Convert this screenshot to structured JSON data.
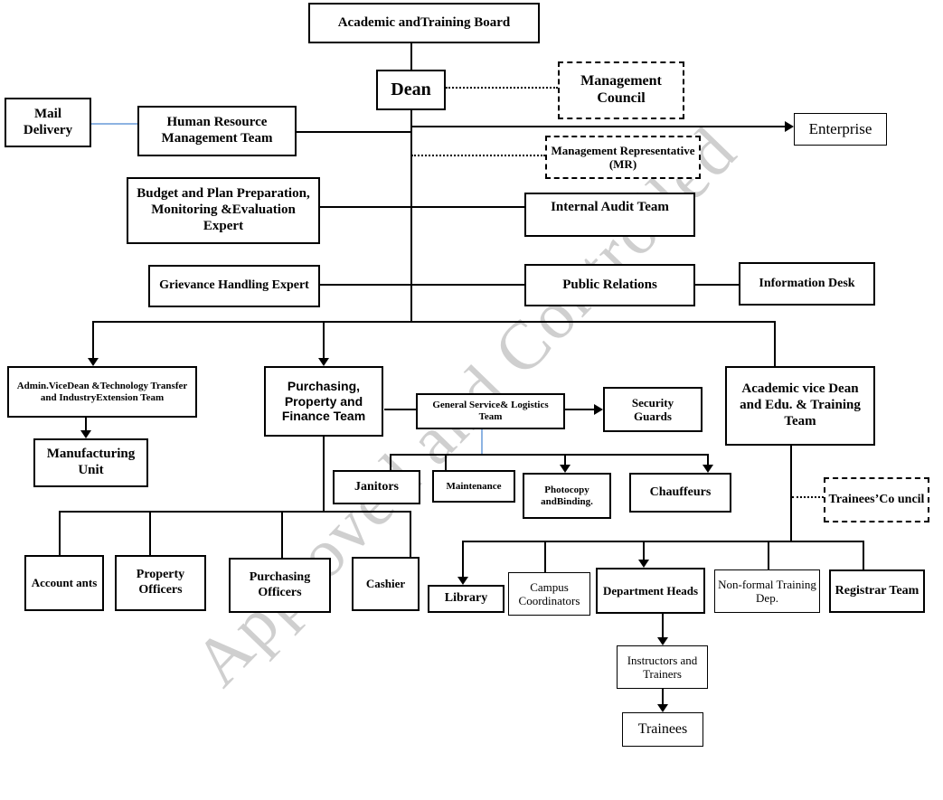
{
  "watermark": "Approved and Controlled",
  "colors": {
    "line": "#000000",
    "accent_line": "#8db3e2",
    "watermark_gray": "#8c8c8c"
  },
  "nodes": {
    "academic_training_board": "Academic andTraining Board",
    "dean": "Dean",
    "management_council": "Management Council",
    "mail_delivery": "Mail Delivery",
    "human_resource": "Human Resource Management Team",
    "enterprise": "Enterprise",
    "management_representative": "Management Representative (MR)",
    "budget_plan": "Budget and Plan Preparation, Monitoring &Evaluation Expert",
    "internal_audit": "Internal Audit Team",
    "grievance": "Grievance Handling Expert",
    "public_relations": "Public Relations",
    "information_desk": "Information Desk",
    "admin_vice_dean": "Admin.ViceDean &Technology Transfer and IndustryExtension Team",
    "manufacturing_unit": "Manufacturing Unit",
    "purchasing_team": "Purchasing, Property and Finance Team",
    "general_service": "General Service& Logistics Team",
    "security_guards": "Security Guards",
    "academic_vice_dean": "Academic vice Dean and Edu. & Training Team",
    "janitors": "Janitors",
    "maintenance": "Maintenance",
    "photocopy": "Photocopy andBinding.",
    "chauffeurs": "Chauffeurs",
    "trainees_council": "Trainees’Co uncil",
    "accountants": "Account ants",
    "property_officers": "Property Officers",
    "purchasing_officers": "Purchasing Officers",
    "cashier": "Cashier",
    "library": "Library",
    "campus_coordinators": "Campus Coordinators",
    "department_heads": "Department Heads",
    "non_formal": "Non-formal Training Dep.",
    "registrar_team": "Registrar Team",
    "instructors": "Instructors and Trainers",
    "trainees": "Trainees"
  }
}
